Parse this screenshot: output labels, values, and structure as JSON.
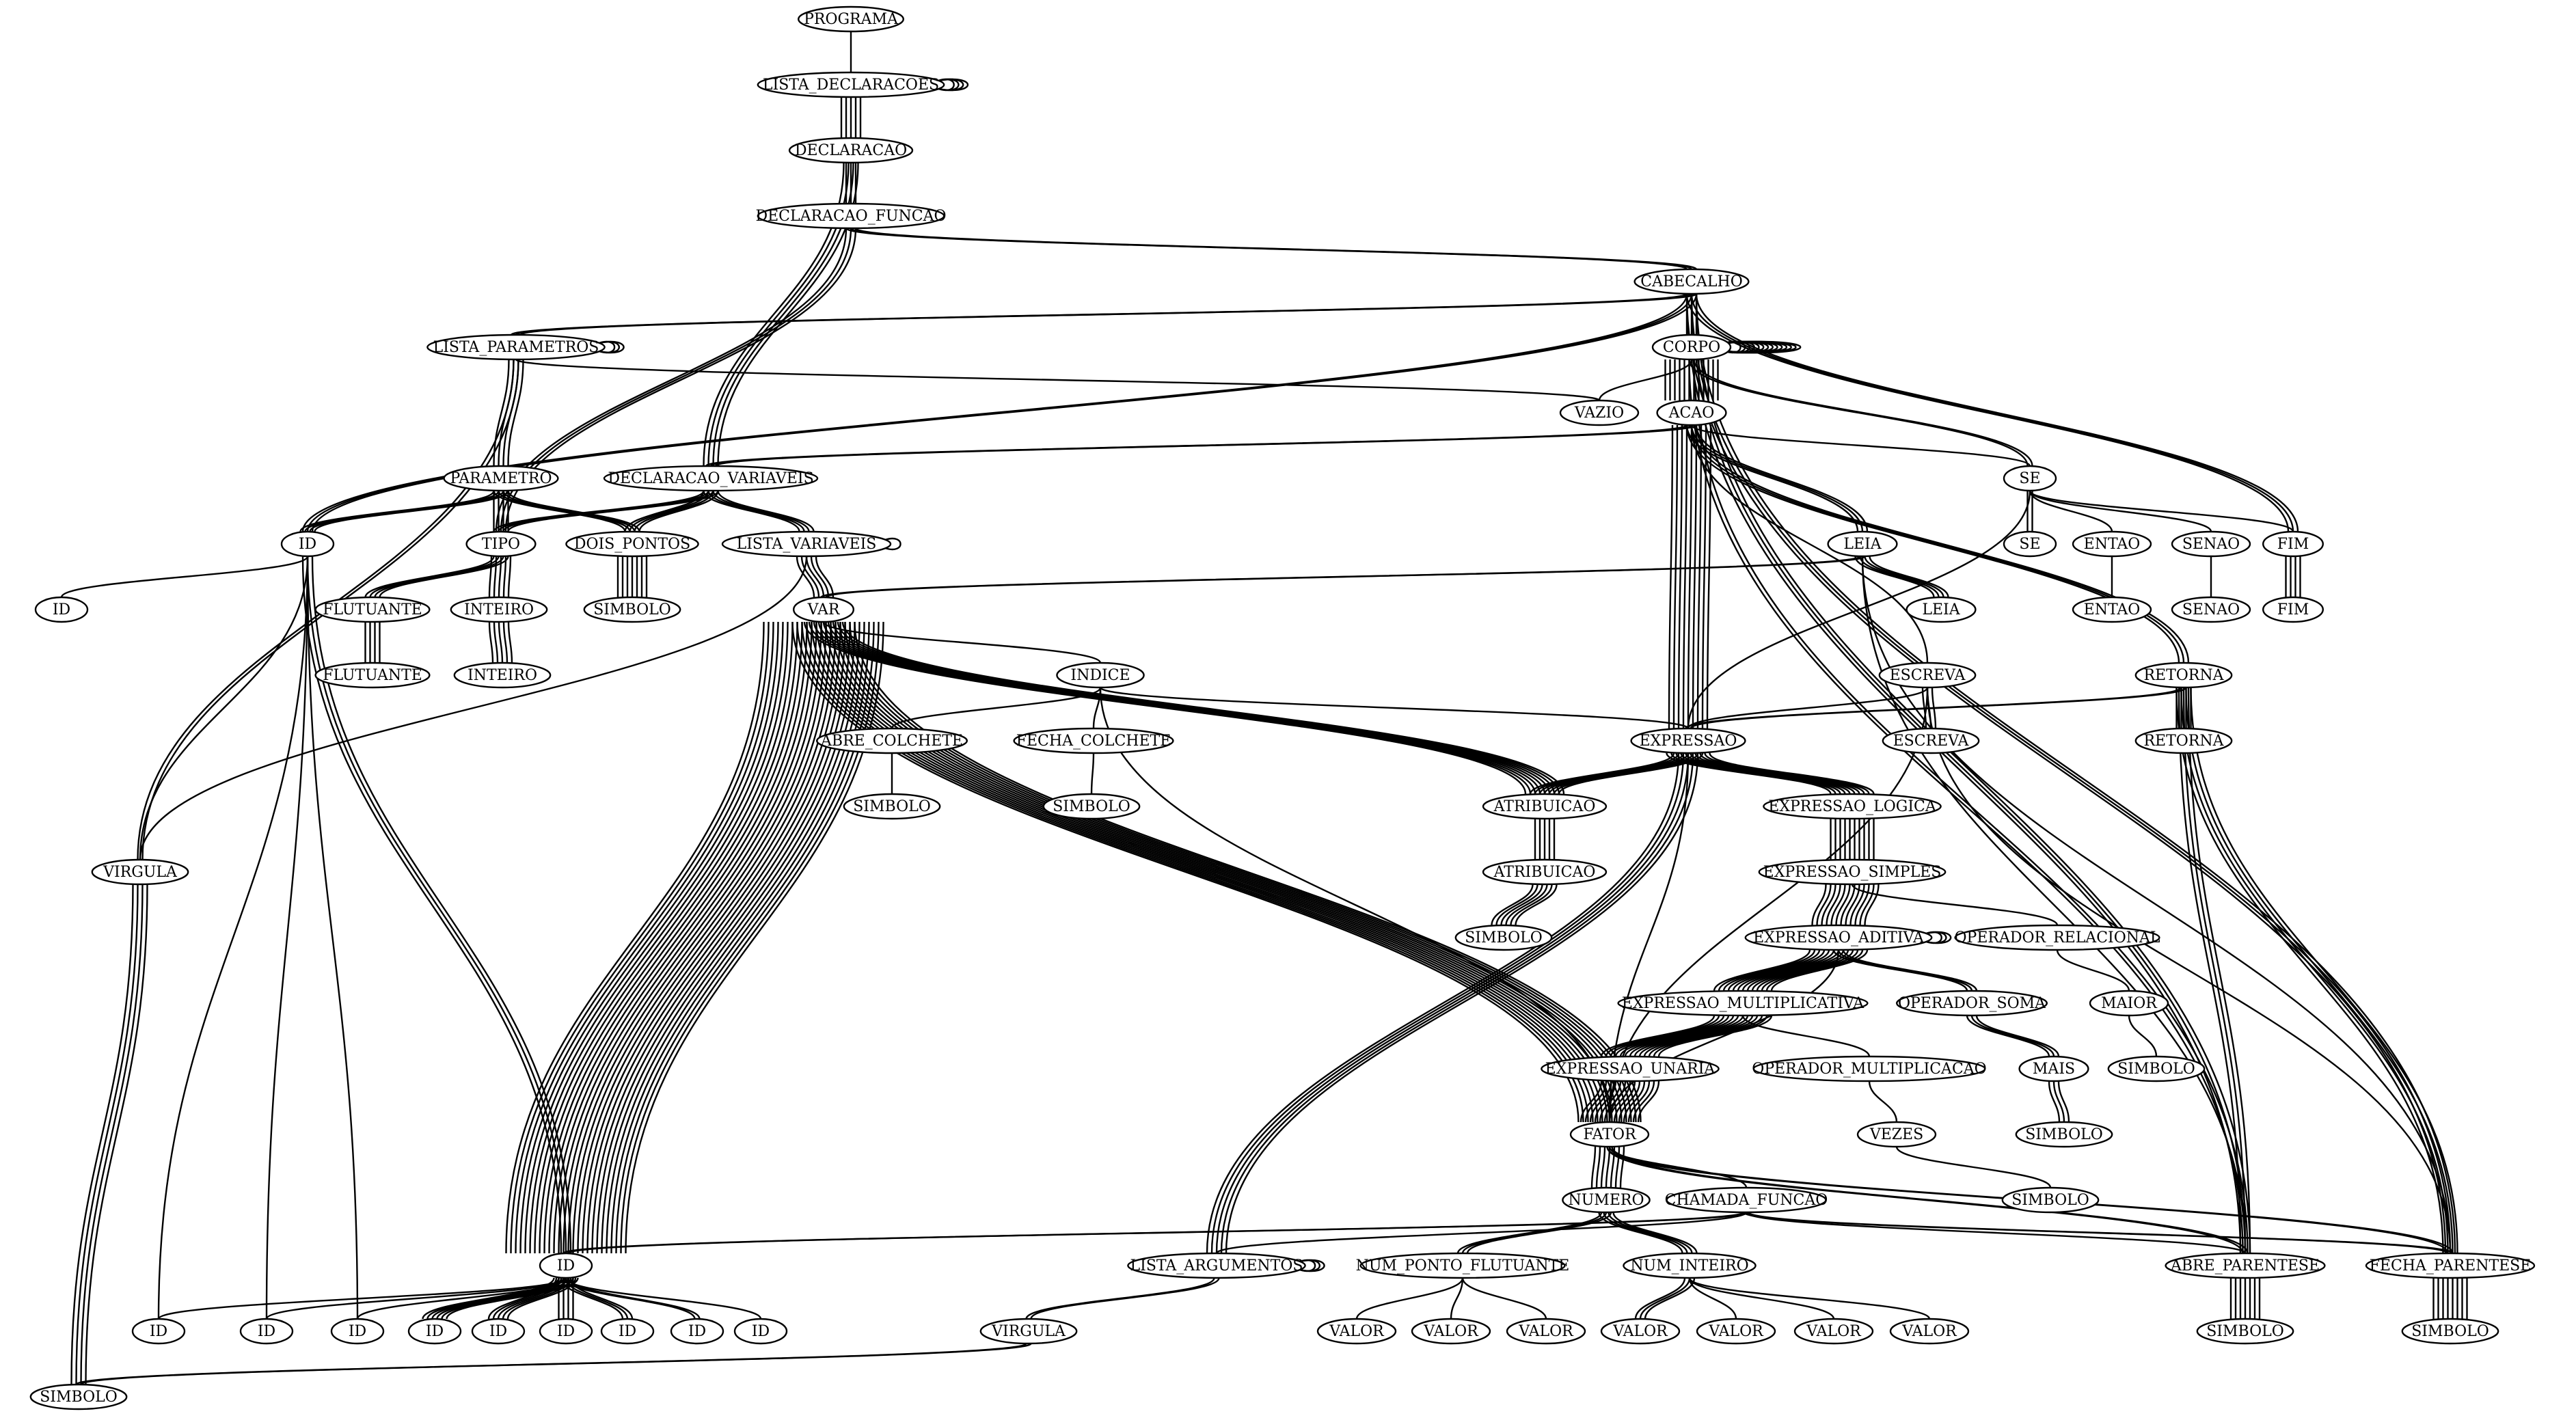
{
  "graph": {
    "kind": "syntax-tree",
    "colors": {
      "stroke": "#000000",
      "fill": "#ffffff",
      "background": "#ffffff"
    },
    "nodes": [
      {
        "id": "n1",
        "label": "PROGRAMA"
      },
      {
        "id": "n2",
        "label": "LISTA_DECLARACOES"
      },
      {
        "id": "n3",
        "label": "DECLARACAO"
      },
      {
        "id": "n4",
        "label": "DECLARACAO_FUNCAO"
      },
      {
        "id": "n5",
        "label": "CABECALHO"
      },
      {
        "id": "n6",
        "label": "LISTA_PARAMETROS"
      },
      {
        "id": "n7",
        "label": "CORPO"
      },
      {
        "id": "n8",
        "label": "VAZIO"
      },
      {
        "id": "n9",
        "label": "ACAO"
      },
      {
        "id": "n10",
        "label": "PARAMETRO"
      },
      {
        "id": "n11",
        "label": "DECLARACAO_VARIAVEIS"
      },
      {
        "id": "n12",
        "label": "SE"
      },
      {
        "id": "n13",
        "label": "ID"
      },
      {
        "id": "n14",
        "label": "TIPO"
      },
      {
        "id": "n15",
        "label": "DOIS_PONTOS"
      },
      {
        "id": "n16",
        "label": "LISTA_VARIAVEIS"
      },
      {
        "id": "n17",
        "label": "LEIA"
      },
      {
        "id": "n18",
        "label": "SE"
      },
      {
        "id": "n19",
        "label": "ENTAO"
      },
      {
        "id": "n20",
        "label": "SENAO"
      },
      {
        "id": "n21",
        "label": "FIM"
      },
      {
        "id": "n22",
        "label": "ID"
      },
      {
        "id": "n23",
        "label": "FLUTUANTE"
      },
      {
        "id": "n24",
        "label": "INTEIRO"
      },
      {
        "id": "n25",
        "label": "SIMBOLO"
      },
      {
        "id": "n26",
        "label": "VAR"
      },
      {
        "id": "n27",
        "label": "LEIA"
      },
      {
        "id": "n28",
        "label": "ENTAO"
      },
      {
        "id": "n29",
        "label": "SENAO"
      },
      {
        "id": "n30",
        "label": "FIM"
      },
      {
        "id": "n31",
        "label": "FLUTUANTE"
      },
      {
        "id": "n32",
        "label": "INTEIRO"
      },
      {
        "id": "n33",
        "label": "INDICE"
      },
      {
        "id": "n34",
        "label": "ESCREVA"
      },
      {
        "id": "n35",
        "label": "RETORNA"
      },
      {
        "id": "n36",
        "label": "ABRE_COLCHETE"
      },
      {
        "id": "n37",
        "label": "FECHA_COLCHETE"
      },
      {
        "id": "n38",
        "label": "EXPRESSAO"
      },
      {
        "id": "n39",
        "label": "ESCREVA"
      },
      {
        "id": "n40",
        "label": "RETORNA"
      },
      {
        "id": "n41",
        "label": "SIMBOLO"
      },
      {
        "id": "n42",
        "label": "SIMBOLO"
      },
      {
        "id": "n43",
        "label": "ATRIBUICAO"
      },
      {
        "id": "n44",
        "label": "EXPRESSAO_LOGICA"
      },
      {
        "id": "n45",
        "label": "VIRGULA"
      },
      {
        "id": "n46",
        "label": "ATRIBUICAO"
      },
      {
        "id": "n47",
        "label": "EXPRESSAO_SIMPLES"
      },
      {
        "id": "n48",
        "label": "SIMBOLO"
      },
      {
        "id": "n49",
        "label": "EXPRESSAO_ADITIVA"
      },
      {
        "id": "n50",
        "label": "OPERADOR_RELACIONAL"
      },
      {
        "id": "n51",
        "label": "EXPRESSAO_MULTIPLICATIVA"
      },
      {
        "id": "n52",
        "label": "OPERADOR_SOMA"
      },
      {
        "id": "n53",
        "label": "MAIOR"
      },
      {
        "id": "n54",
        "label": "EXPRESSAO_UNARIA"
      },
      {
        "id": "n55",
        "label": "OPERADOR_MULTIPLICACAO"
      },
      {
        "id": "n56",
        "label": "MAIS"
      },
      {
        "id": "n57",
        "label": "SIMBOLO"
      },
      {
        "id": "n58",
        "label": "FATOR"
      },
      {
        "id": "n59",
        "label": "VEZES"
      },
      {
        "id": "n60",
        "label": "SIMBOLO"
      },
      {
        "id": "n61",
        "label": "NUMERO"
      },
      {
        "id": "n62",
        "label": "CHAMADA_FUNCAO"
      },
      {
        "id": "n63",
        "label": "SIMBOLO"
      },
      {
        "id": "n64",
        "label": "ID"
      },
      {
        "id": "n65",
        "label": "LISTA_ARGUMENTOS"
      },
      {
        "id": "n66",
        "label": "NUM_PONTO_FLUTUANTE"
      },
      {
        "id": "n67",
        "label": "NUM_INTEIRO"
      },
      {
        "id": "n68",
        "label": "ABRE_PARENTESE"
      },
      {
        "id": "n69",
        "label": "FECHA_PARENTESE"
      },
      {
        "id": "n70",
        "label": "ID"
      },
      {
        "id": "n71",
        "label": "ID"
      },
      {
        "id": "n72",
        "label": "ID"
      },
      {
        "id": "n73",
        "label": "ID"
      },
      {
        "id": "n74",
        "label": "ID"
      },
      {
        "id": "n75",
        "label": "ID"
      },
      {
        "id": "n76",
        "label": "ID"
      },
      {
        "id": "n77",
        "label": "ID"
      },
      {
        "id": "n78",
        "label": "ID"
      },
      {
        "id": "n79",
        "label": "VIRGULA"
      },
      {
        "id": "n80",
        "label": "VALOR"
      },
      {
        "id": "n81",
        "label": "VALOR"
      },
      {
        "id": "n82",
        "label": "VALOR"
      },
      {
        "id": "n83",
        "label": "VALOR"
      },
      {
        "id": "n84",
        "label": "VALOR"
      },
      {
        "id": "n85",
        "label": "VALOR"
      },
      {
        "id": "n86",
        "label": "VALOR"
      },
      {
        "id": "n87",
        "label": "SIMBOLO"
      },
      {
        "id": "n88",
        "label": "SIMBOLO"
      },
      {
        "id": "n89",
        "label": "SIMBOLO"
      }
    ],
    "edges": [
      [
        "n1",
        "n2",
        1
      ],
      [
        "n2",
        "n3",
        5
      ],
      [
        "n3",
        "n4",
        3
      ],
      [
        "n3",
        "n11",
        4
      ],
      [
        "n4",
        "n5",
        3
      ],
      [
        "n4",
        "n14",
        3
      ],
      [
        "n5",
        "n6",
        3
      ],
      [
        "n5",
        "n7",
        3
      ],
      [
        "n5",
        "n13",
        3
      ],
      [
        "n5",
        "n21",
        3
      ],
      [
        "n5",
        "n68",
        3
      ],
      [
        "n5",
        "n69",
        3
      ],
      [
        "n6",
        "n10",
        4
      ],
      [
        "n6",
        "n8",
        1
      ],
      [
        "n6",
        "n45",
        2
      ],
      [
        "n7",
        "n9",
        12
      ],
      [
        "n7",
        "n8",
        1
      ],
      [
        "n7",
        "n12",
        2
      ],
      [
        "n7",
        "n68",
        2
      ],
      [
        "n9",
        "n11",
        3
      ],
      [
        "n9",
        "n12",
        1
      ],
      [
        "n9",
        "n38",
        9
      ],
      [
        "n9",
        "n17",
        3
      ],
      [
        "n9",
        "n34",
        1
      ],
      [
        "n9",
        "n35",
        3
      ],
      [
        "n10",
        "n13",
        4
      ],
      [
        "n10",
        "n14",
        4
      ],
      [
        "n10",
        "n15",
        4
      ],
      [
        "n11",
        "n14",
        4
      ],
      [
        "n11",
        "n15",
        4
      ],
      [
        "n11",
        "n16",
        4
      ],
      [
        "n12",
        "n18",
        2
      ],
      [
        "n12",
        "n19",
        1
      ],
      [
        "n12",
        "n20",
        1
      ],
      [
        "n12",
        "n21",
        1
      ],
      [
        "n12",
        "n38",
        1
      ],
      [
        "n13",
        "n22",
        1
      ],
      [
        "n13",
        "n45",
        1
      ],
      [
        "n13",
        "n64",
        3
      ],
      [
        "n13",
        "n70",
        1
      ],
      [
        "n13",
        "n71",
        1
      ],
      [
        "n13",
        "n72",
        1
      ],
      [
        "n14",
        "n23",
        4
      ],
      [
        "n14",
        "n24",
        5
      ],
      [
        "n15",
        "n25",
        7
      ],
      [
        "n16",
        "n26",
        5
      ],
      [
        "n16",
        "n45",
        1
      ],
      [
        "n17",
        "n26",
        2
      ],
      [
        "n17",
        "n27",
        4
      ],
      [
        "n17",
        "n68",
        1
      ],
      [
        "n17",
        "n69",
        1
      ],
      [
        "n18",
        "n18",
        0
      ],
      [
        "n19",
        "n28",
        1
      ],
      [
        "n20",
        "n29",
        1
      ],
      [
        "n21",
        "n30",
        4
      ],
      [
        "n23",
        "n31",
        4
      ],
      [
        "n24",
        "n32",
        5
      ],
      [
        "n26",
        "n33",
        1
      ],
      [
        "n26",
        "n43",
        9
      ],
      [
        "n26",
        "n58",
        14
      ],
      [
        "n26",
        "n64",
        26
      ],
      [
        "n33",
        "n36",
        1
      ],
      [
        "n33",
        "n37",
        1
      ],
      [
        "n33",
        "n38",
        1
      ],
      [
        "n33",
        "n58",
        1
      ],
      [
        "n34",
        "n39",
        3
      ],
      [
        "n34",
        "n38",
        1
      ],
      [
        "n34",
        "n69",
        1
      ],
      [
        "n34",
        "n58",
        1
      ],
      [
        "n35",
        "n40",
        4
      ],
      [
        "n35",
        "n38",
        2
      ],
      [
        "n35",
        "n68",
        3
      ],
      [
        "n35",
        "n69",
        4
      ],
      [
        "n36",
        "n41",
        1
      ],
      [
        "n37",
        "n42",
        1
      ],
      [
        "n38",
        "n43",
        7
      ],
      [
        "n38",
        "n44",
        10
      ],
      [
        "n38",
        "n65",
        5
      ],
      [
        "n38",
        "n58",
        1
      ],
      [
        "n43",
        "n46",
        5
      ],
      [
        "n44",
        "n47",
        10
      ],
      [
        "n45",
        "n87",
        4
      ],
      [
        "n46",
        "n48",
        6
      ],
      [
        "n47",
        "n49",
        12
      ],
      [
        "n47",
        "n50",
        1
      ],
      [
        "n49",
        "n51",
        13
      ],
      [
        "n49",
        "n52",
        3
      ],
      [
        "n49",
        "n58",
        1
      ],
      [
        "n50",
        "n53",
        1
      ],
      [
        "n51",
        "n54",
        13
      ],
      [
        "n51",
        "n55",
        1
      ],
      [
        "n52",
        "n56",
        3
      ],
      [
        "n53",
        "n57",
        1
      ],
      [
        "n54",
        "n58",
        13
      ],
      [
        "n55",
        "n59",
        1
      ],
      [
        "n56",
        "n60",
        3
      ],
      [
        "n58",
        "n61",
        7
      ],
      [
        "n58",
        "n62",
        1
      ],
      [
        "n58",
        "n68",
        2
      ],
      [
        "n58",
        "n69",
        2
      ],
      [
        "n59",
        "n63",
        1
      ],
      [
        "n61",
        "n66",
        3
      ],
      [
        "n61",
        "n67",
        4
      ],
      [
        "n62",
        "n64",
        2
      ],
      [
        "n62",
        "n65",
        1
      ],
      [
        "n62",
        "n68",
        1
      ],
      [
        "n62",
        "n69",
        2
      ],
      [
        "n64",
        "n72",
        1
      ],
      [
        "n64",
        "n73",
        6
      ],
      [
        "n64",
        "n74",
        5
      ],
      [
        "n64",
        "n75",
        4
      ],
      [
        "n64",
        "n76",
        3
      ],
      [
        "n64",
        "n77",
        2
      ],
      [
        "n64",
        "n78",
        1
      ],
      [
        "n64",
        "n70",
        1
      ],
      [
        "n64",
        "n71",
        1
      ],
      [
        "n65",
        "n79",
        2
      ],
      [
        "n79",
        "n87",
        2
      ],
      [
        "n66",
        "n80",
        1
      ],
      [
        "n66",
        "n81",
        1
      ],
      [
        "n66",
        "n82",
        1
      ],
      [
        "n67",
        "n83",
        3
      ],
      [
        "n67",
        "n84",
        1
      ],
      [
        "n67",
        "n85",
        1
      ],
      [
        "n67",
        "n86",
        1
      ],
      [
        "n68",
        "n88",
        7
      ],
      [
        "n69",
        "n89",
        8
      ]
    ]
  }
}
